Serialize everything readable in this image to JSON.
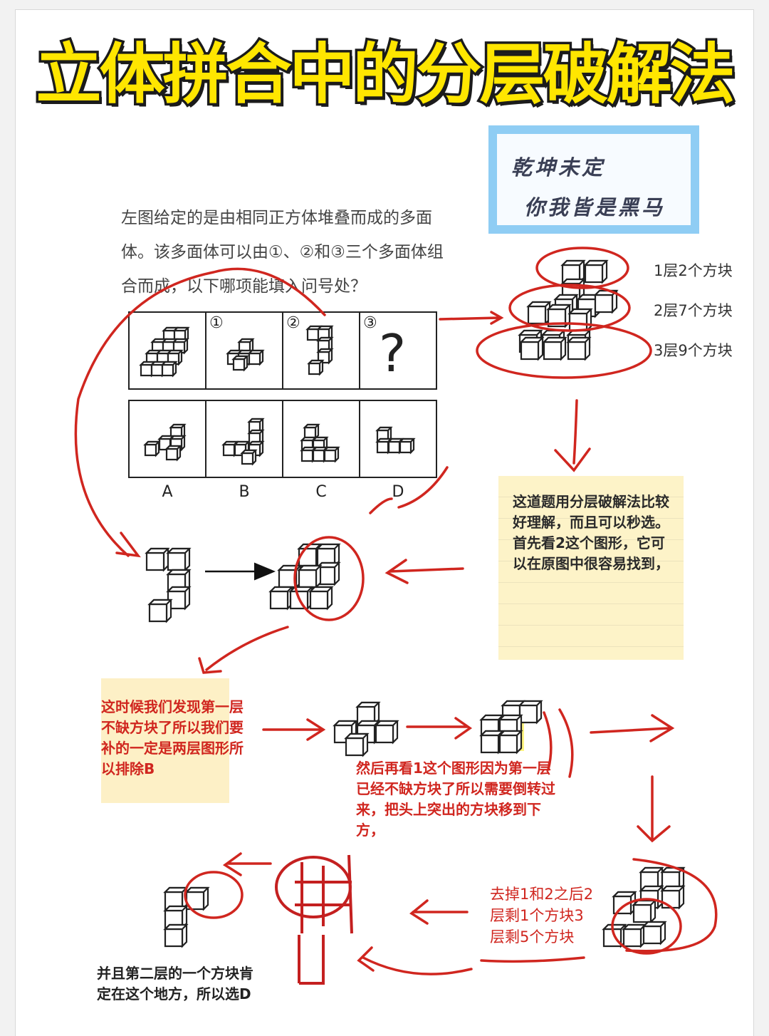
{
  "title": "立体拼合中的分层破解法",
  "motto": {
    "line1": "乾坤未定",
    "line2": "你我皆是黑马"
  },
  "question": "左图给定的是由相同正方体堆叠而成的多面体。该多面体可以由①、②和③三个多面体组合而成，以下哪项能填入问号处？",
  "puzzle": {
    "nums": [
      "①",
      "②",
      "③"
    ],
    "question_mark": "?",
    "options": [
      "A",
      "B",
      "C",
      "D"
    ]
  },
  "layers": [
    "1层2个方块",
    "2层7个方块",
    "3层9个方块"
  ],
  "notes": {
    "sticky": "这道题用分层破解法比较好理解，而且可以秒选。首先看2这个图形，它可以在原图中很容易找到，",
    "pink": "这时候我们发现第一层不缺方块了所以我们要补的一定是两层图形所以排除B",
    "step3": "然后再看1这个图形因为第一层已经不缺方块了所以需要倒转过来，把头上突出的方块移到下方，",
    "step4": "去掉1和2之后2层剩1个方块3层剩5个方块",
    "final": "并且第二层的一个方块肯定在这个地方，所以选D"
  },
  "colors": {
    "title": "#ffe600",
    "annotation_red": "#d0261f",
    "motto_border": "#8fcdf4",
    "sticky": "#fdf3c8"
  }
}
